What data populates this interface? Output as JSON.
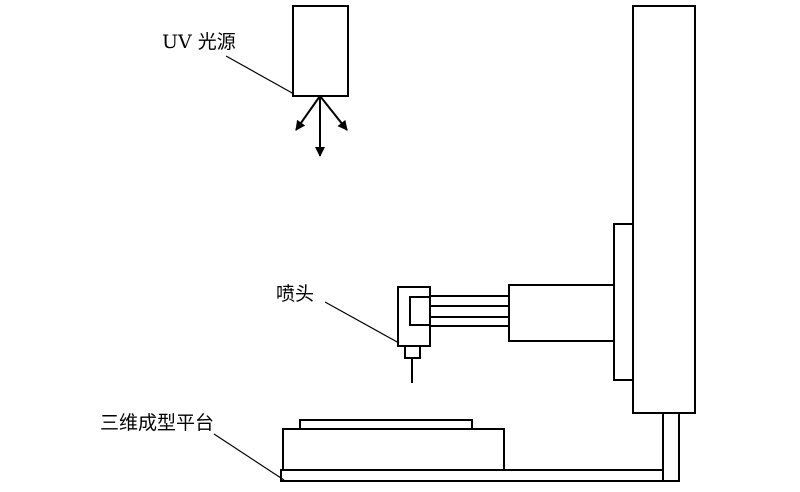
{
  "labels": {
    "uv_light": "UV 光源",
    "nozzle": "喷头",
    "platform": "三维成型平台"
  },
  "colors": {
    "stroke": "#000000",
    "background": "#ffffff"
  }
}
